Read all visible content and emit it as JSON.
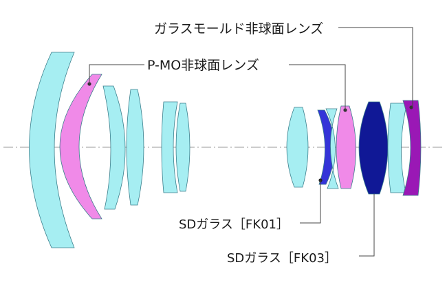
{
  "labels": {
    "glass_molded_aspherical": "ガラスモールド非球面レンズ",
    "p_mo_aspherical": "P-MO非球面レンズ",
    "sd_glass_fk01": "SDガラス［FK01］",
    "sd_glass_fk03": "SDガラス［FK03］"
  },
  "colors": {
    "standard_lens": "#a6eef2",
    "p_mo_lens": "#f08ae8",
    "glass_mold_lens": "#9a18b5",
    "sd_fk01_lens": "#3434d8",
    "sd_fk03_lens": "#101896",
    "optical_axis": "#9a9a9a"
  }
}
